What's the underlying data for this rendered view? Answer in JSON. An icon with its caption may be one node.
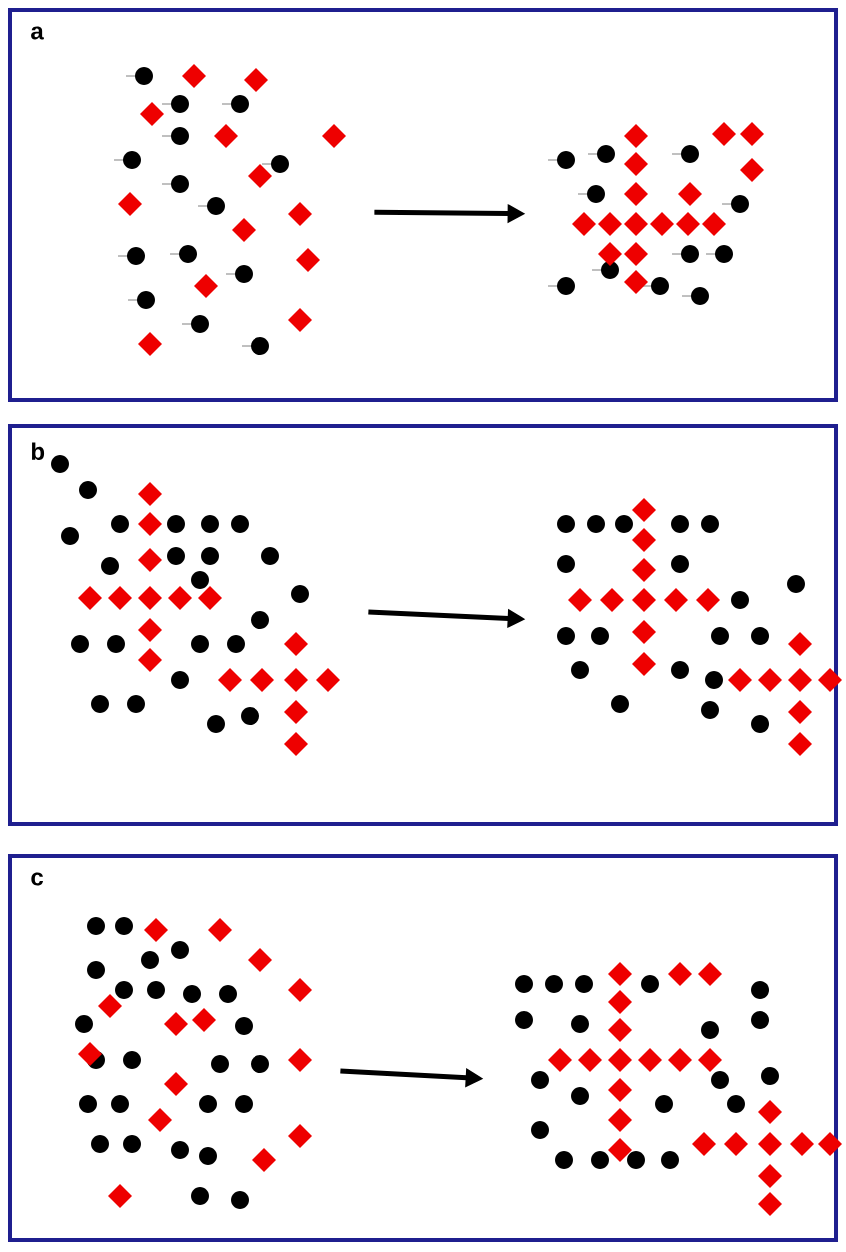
{
  "diagram": {
    "nodes": [
      {
        "text": [
          "a"
        ]
      },
      {
        "text": [],
        "shape": "picture",
        "in": 0
      },
      {
        "text": [],
        "shape": "picture",
        "in": 0
      },
      {
        "text": [
          "b"
        ]
      },
      {
        "text": [],
        "shape": "picture",
        "in": 3
      },
      {
        "text": [],
        "shape": "picture",
        "in": 3
      },
      {
        "text": [
          "c"
        ]
      },
      {
        "text": [],
        "shape": "picture",
        "in": 6
      },
      {
        "text": [],
        "shape": "picture",
        "in": 6
      }
    ],
    "edges": [
      {
        "from": 1,
        "to": 2,
        "arrow": "to"
      },
      {
        "from": 4,
        "to": 5,
        "arrow": "to"
      },
      {
        "from": 7,
        "to": 8,
        "arrow": "to"
      }
    ]
  }
}
